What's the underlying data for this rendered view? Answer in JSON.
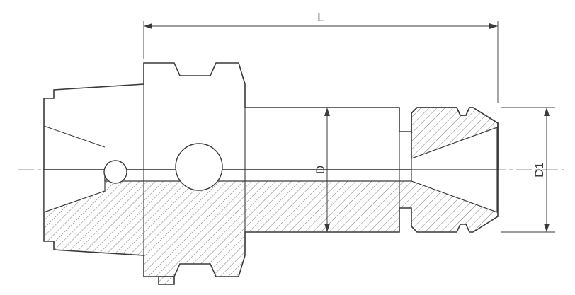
{
  "drawing": {
    "labels": {
      "length": "L",
      "diameter": "D",
      "diameter_1": "D1"
    }
  },
  "colors": {
    "line": "#3a3a3a",
    "hatch": "#7d7d7d",
    "centerline": "#8f8f8f",
    "background": "#ffffff"
  }
}
